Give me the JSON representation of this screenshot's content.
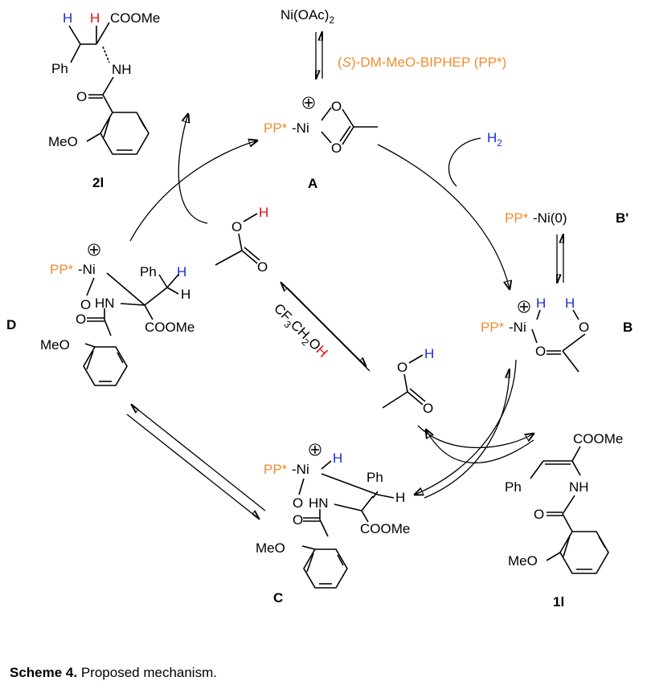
{
  "colors": {
    "ligand": "#F08C2E",
    "hydride": "#1A2FD6",
    "proton": "#E01010"
  },
  "caption": {
    "label": "Scheme 4.",
    "text": " Proposed mechanism."
  },
  "reagents": {
    "ni_salt_main": "Ni(OAc)",
    "ni_salt_sub": "2",
    "ligand_open": "(",
    "ligand_S": "S",
    "ligand_rest": ")-DM-MeO-BIPHEP (PP*)",
    "h2_main": "H",
    "h2_sub": "2",
    "solvent_a": "CF",
    "solvent_sub3": "3",
    "solvent_b": "CH",
    "solvent_sub2": "2",
    "solvent_c": "O",
    "solvent_h": "H"
  },
  "labels": {
    "A": "A",
    "B": "B",
    "Bprime": "B'",
    "C": "C",
    "D": "D",
    "product": "2l",
    "substrate": "1l"
  },
  "atoms": {
    "pp": "PP*",
    "dash_ni": "-Ni",
    "ni0": "-Ni(0)",
    "ni": "Ni",
    "H": "H",
    "O": "O",
    "Ph": "Ph",
    "NH": "NH",
    "HN": "HN",
    "COOMe": "COOMe",
    "MeO": "MeO",
    "plus": "+"
  }
}
